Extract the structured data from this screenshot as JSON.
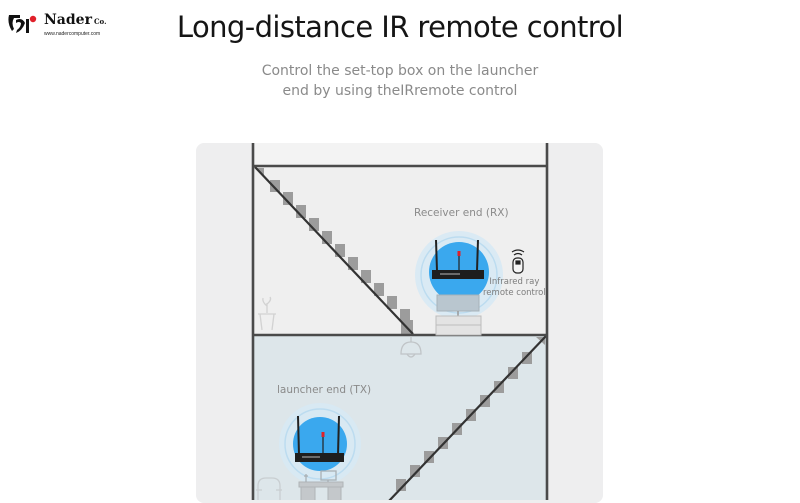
{
  "brand": {
    "name": "Nader",
    "suffix": "Co.",
    "url": "www.nadercomputer.com"
  },
  "header": {
    "title": "Long-distance IR remote control",
    "subtitle_line1": "Control the set-top box on the launcher",
    "subtitle_line2": "end by using theIRremote control"
  },
  "diagram": {
    "receiver_label": "Receiver end (RX)",
    "transmitter_label": "launcher end (TX)",
    "remote_label_line1": "Infrared ray",
    "remote_label_line2": "remote control",
    "icons": [
      "router-icon",
      "remote-control-icon",
      "plant-icon",
      "ceiling-lamp-icon",
      "armchair-icon",
      "monitor-icon",
      "desk-icon",
      "tv-icon",
      "cabinet-icon",
      "staircase"
    ],
    "colors": {
      "signal_blue": "#3aa8ee",
      "signal_halo": "#cde7f6",
      "upper_floor": "#eeeeee",
      "lower_floor": "#dde6ea",
      "wall": "#4a4a4a",
      "stairs": "#9a9a9a",
      "accent_red": "#e0202a"
    }
  }
}
